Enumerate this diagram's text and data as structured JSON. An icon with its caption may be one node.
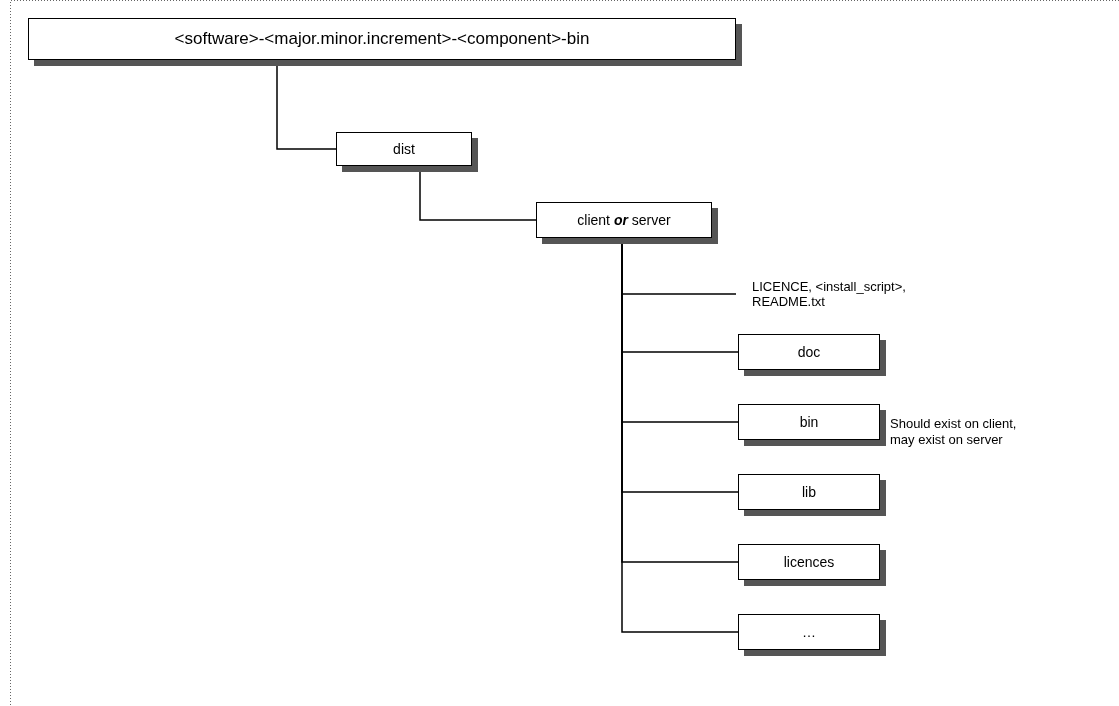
{
  "diagram": {
    "nodes": [
      {
        "text": [
          "<software>-<major.minor.increment>-<component>-bin"
        ]
      },
      {
        "text": [
          "dist"
        ]
      },
      {
        "text": [
          "client **or** server"
        ]
      },
      {
        "text": [
          "LICENCE, <install_script>, README.txt"
        ]
      },
      {
        "text": [
          "doc"
        ]
      },
      {
        "text": [
          "bin"
        ],
        "beside": [
          "Should exist on client, may exist on server"
        ]
      },
      {
        "text": [
          "lib"
        ]
      },
      {
        "text": [
          "licences"
        ]
      },
      {
        "text": [
          "…"
        ]
      }
    ],
    "edges": [
      {
        "from": 0,
        "to": 1,
        "arrow": "none"
      },
      {
        "from": 1,
        "to": 2,
        "arrow": "none"
      },
      {
        "from": 2,
        "to": 3,
        "arrow": "none"
      },
      {
        "from": 2,
        "to": 4,
        "arrow": "none"
      },
      {
        "from": 2,
        "to": 5,
        "arrow": "none"
      },
      {
        "from": 2,
        "to": 6,
        "arrow": "none"
      },
      {
        "from": 2,
        "to": 7,
        "arrow": "none"
      },
      {
        "from": 2,
        "to": 8,
        "arrow": "none"
      }
    ]
  }
}
